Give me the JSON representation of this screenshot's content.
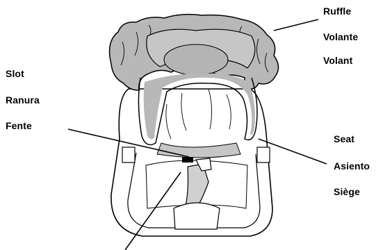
{
  "labels": {
    "ruffle": [
      "Ruffle",
      "Volante",
      "Volant"
    ],
    "slot": [
      "Slot",
      "Ranura",
      "Fente"
    ],
    "seat": [
      "Seat",
      "Asiento",
      "Siège"
    ]
  },
  "colors": {
    "line": "#000000",
    "ruffle_fill": "#b8b8b8",
    "ruffle_inner": "#a8a8a8",
    "seat_fill": "#ffffff",
    "strap_fill": "#d0d0d0"
  }
}
